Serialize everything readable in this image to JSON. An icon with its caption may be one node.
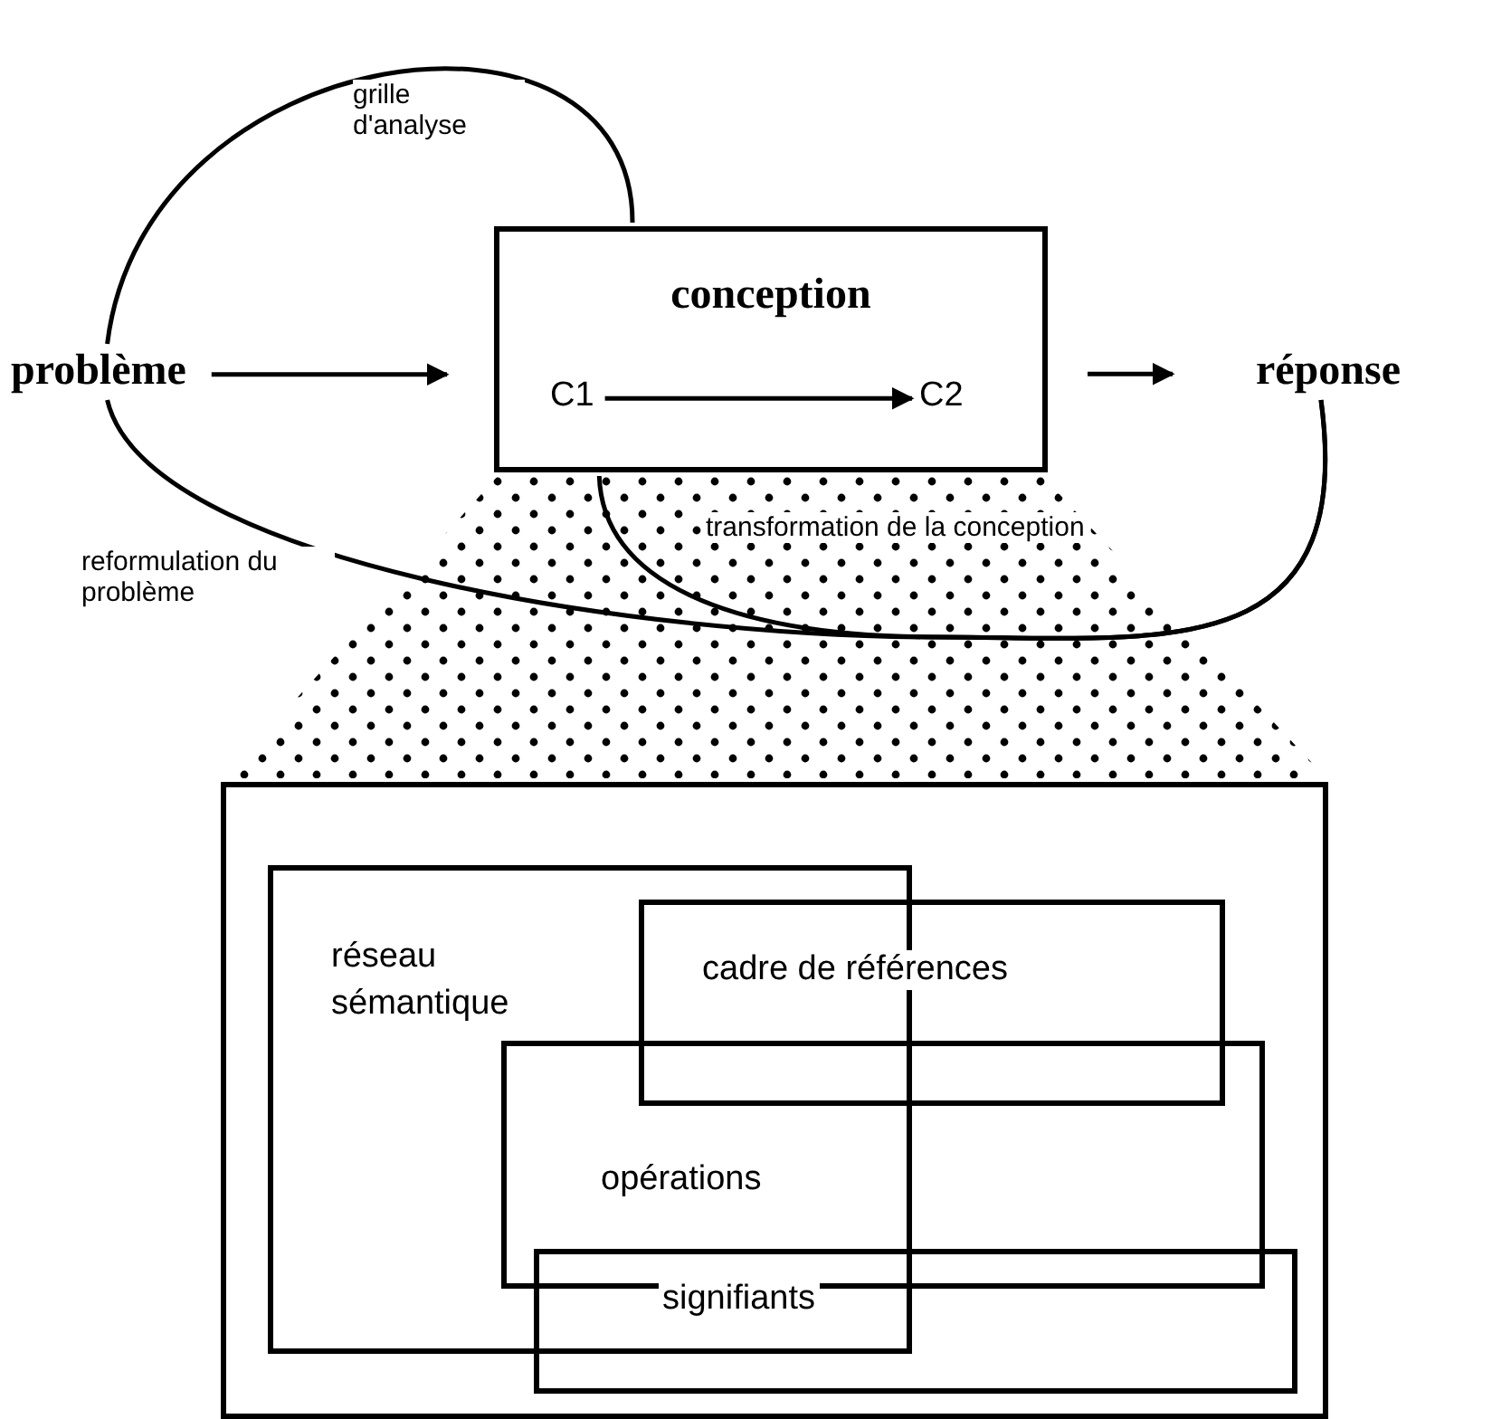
{
  "diagram": {
    "nodes": [
      {
        "text": [
          "problème"
        ]
      },
      {
        "text": [
          "conception"
        ]
      },
      {
        "text": [
          "C1"
        ],
        "in": 1
      },
      {
        "text": [
          "C2"
        ],
        "in": 1
      },
      {
        "text": [
          "réponse"
        ]
      },
      {
        "text": [],
        "shape": "box"
      },
      {
        "text": [
          "réseau sémantique"
        ],
        "in": 5
      },
      {
        "text": [
          "cadre de références"
        ],
        "in": 5
      },
      {
        "text": [
          "opérations"
        ],
        "in": 5
      },
      {
        "text": [
          "signifiants"
        ],
        "in": 5
      }
    ],
    "edges": [
      {
        "from": 0,
        "to": 1,
        "arrow": "to"
      },
      {
        "from": 2,
        "to": 3,
        "arrow": "to"
      },
      {
        "from": 1,
        "to": 4,
        "arrow": "to"
      },
      {
        "from": 0,
        "to": 1,
        "arrow": "none",
        "label": "grille d'analyse"
      },
      {
        "from": 4,
        "to": 0,
        "arrow": "none",
        "label": "reformulation du problème"
      },
      {
        "from": 4,
        "to": 1,
        "arrow": "none",
        "label": "transformation de la conception"
      }
    ]
  }
}
